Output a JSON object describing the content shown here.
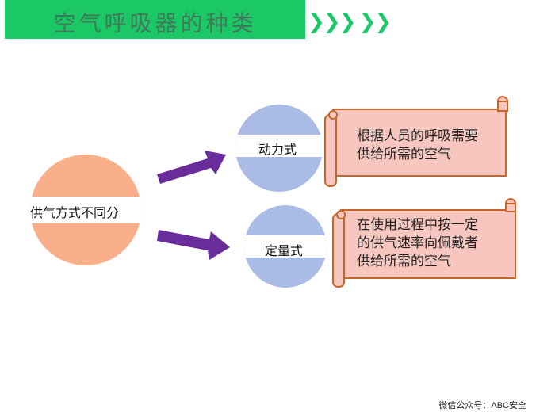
{
  "title": "空气呼吸器的种类",
  "chevrons": "❯❯❯ ❯❯",
  "center_label": "供气方式不同分",
  "branches": [
    {
      "label": "动力式",
      "description": [
        "根据人员的呼吸需要",
        "供给所需的空气"
      ]
    },
    {
      "label": "定量式",
      "description": [
        "在使用过程中按一定",
        "的供气速率向佩戴者",
        "供给所需的空气"
      ]
    }
  ],
  "footer": "微信公众号：ABC安全",
  "colors": {
    "green": "#1cc766",
    "orange": "#f9b08a",
    "blue": "#aabbe6",
    "scroll": "#f6c6bf",
    "scroll_border": "#c8662a",
    "arrow": "#6a2c9a"
  }
}
